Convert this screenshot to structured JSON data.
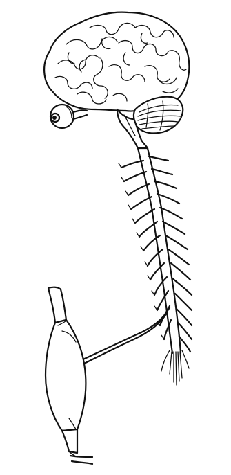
{
  "figure": {
    "subject": "nervous-system-illustration",
    "parts": [
      "brain",
      "eye",
      "cerebellum",
      "spinal-cord",
      "spinal-nerves",
      "motor-nerve",
      "muscle",
      "tendon"
    ]
  },
  "colors": {
    "ink": "#111111",
    "background": "#ffffff",
    "frame": "#cfcfcf"
  }
}
